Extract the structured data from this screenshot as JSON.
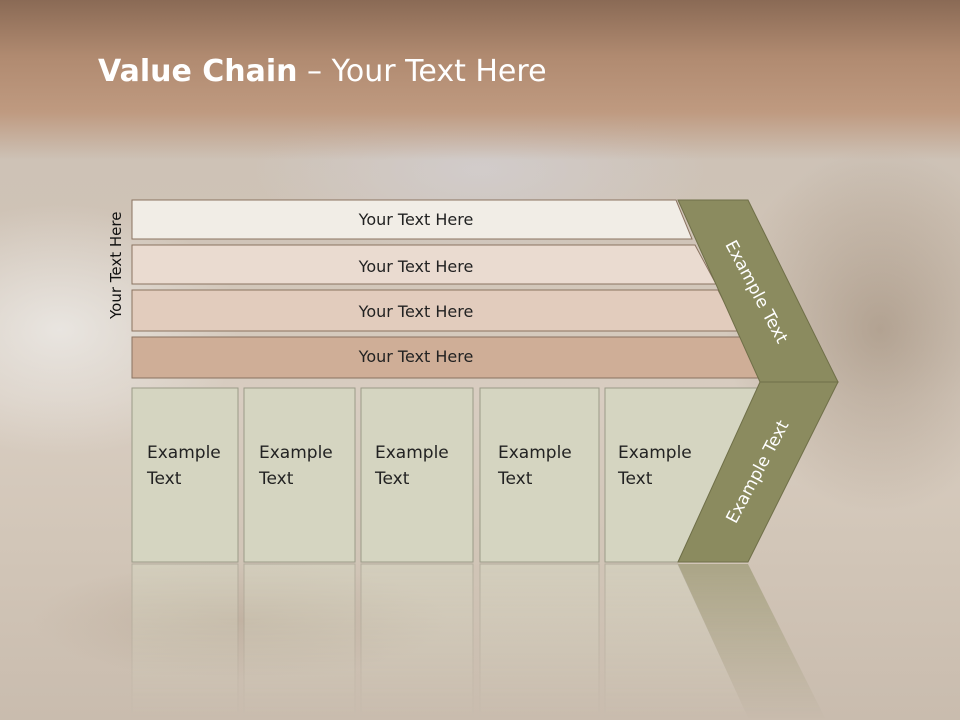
{
  "title": {
    "bold": "Value Chain",
    "rest": " – Your Text Here"
  },
  "side_label": "Your Text Here",
  "rows": [
    {
      "label": "Your Text Here",
      "color": "#f1ede6"
    },
    {
      "label": "Your Text Here",
      "color": "#eadbd0"
    },
    {
      "label": "Your Text Here",
      "color": "#e2ccbd"
    },
    {
      "label": "Your Text Here",
      "color": "#cfae97"
    }
  ],
  "boxes": [
    {
      "line1": "Example",
      "line2": "Text"
    },
    {
      "line1": "Example",
      "line2": "Text"
    },
    {
      "line1": "Example",
      "line2": "Text"
    },
    {
      "line1": "Example",
      "line2": "Text"
    },
    {
      "line1": "Example",
      "line2": "Text"
    }
  ],
  "chevron": {
    "upper_label": "Example Text",
    "lower_label": "Example Text",
    "color": "#8b8b5f"
  },
  "colors": {
    "box_fill": "#d5d5c1",
    "box_stroke": "#9a9a88",
    "row_stroke": "#8a7360"
  }
}
